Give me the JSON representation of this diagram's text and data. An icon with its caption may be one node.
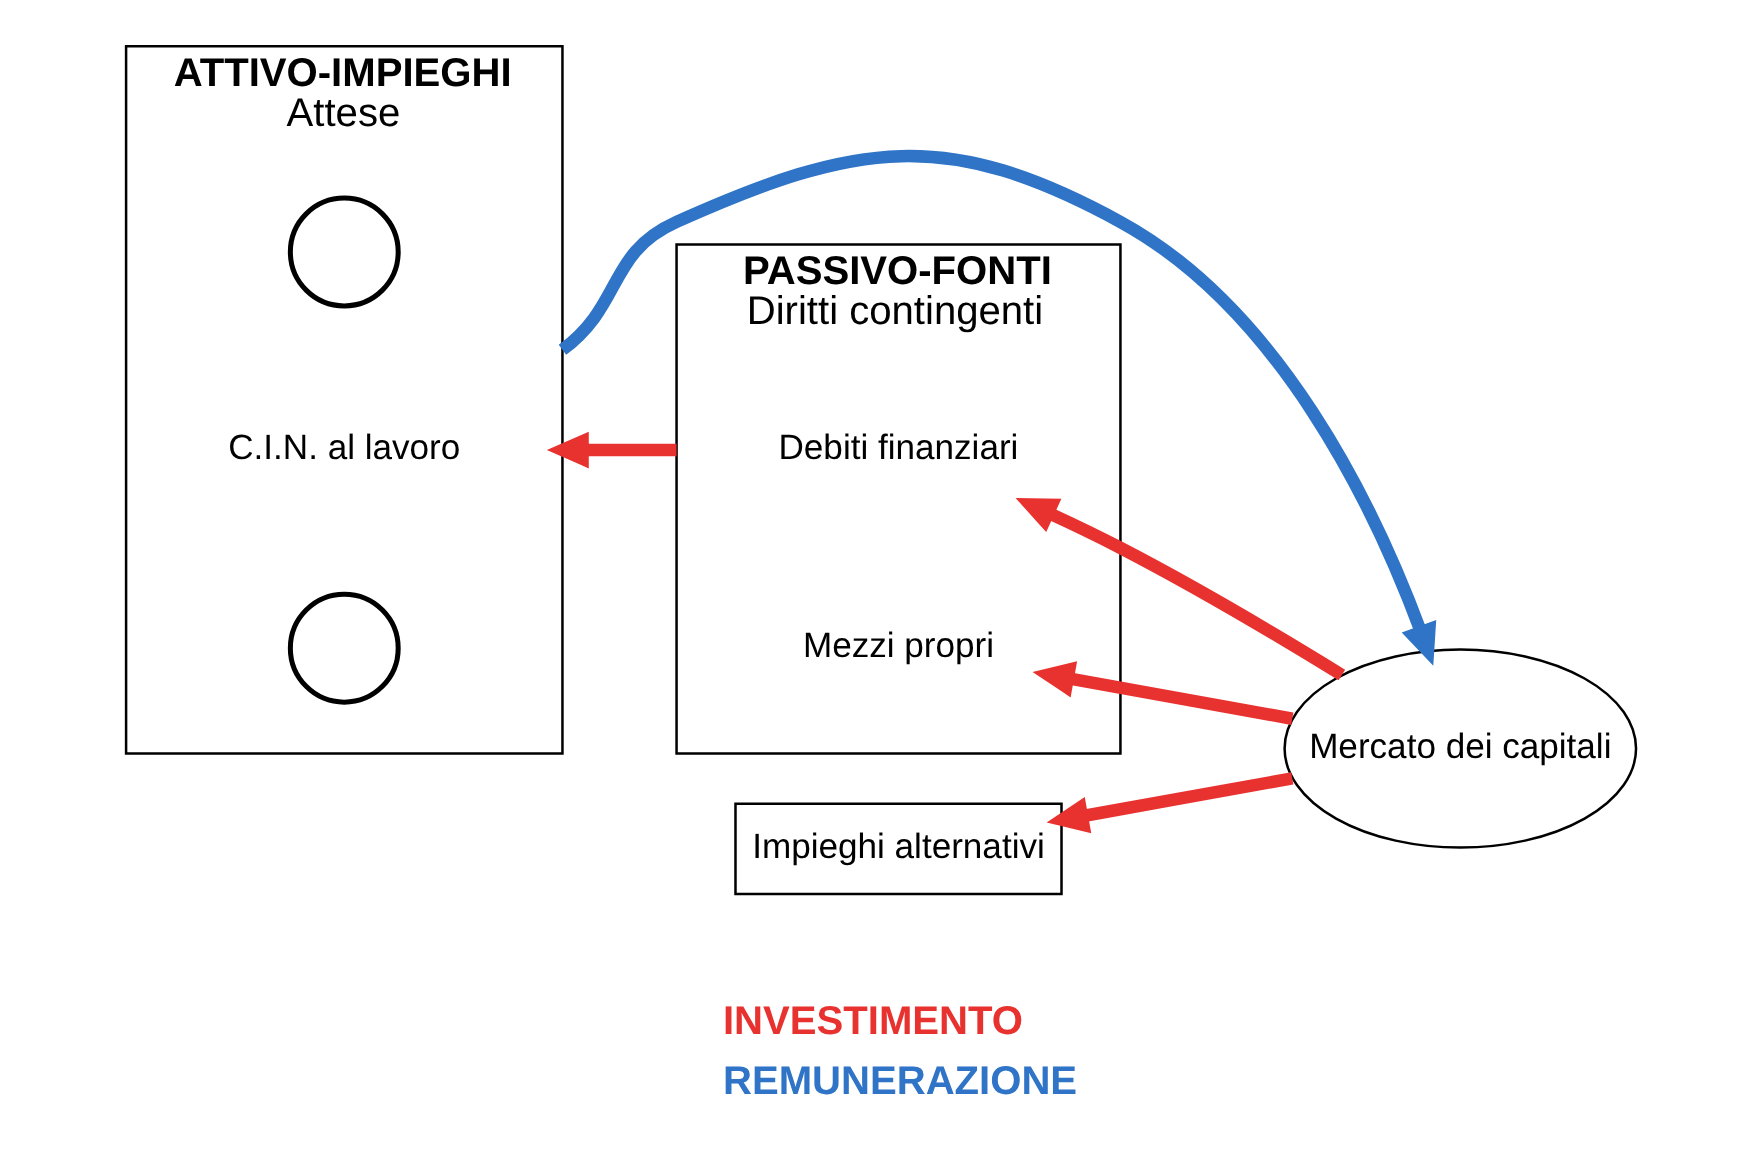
{
  "diagram": {
    "nodes": [
      {
        "text": [
          "ATTIVO-IMPIEGHI",
          "Attese"
        ]
      },
      {
        "text": [],
        "shape": "arrow",
        "in": 0
      },
      {
        "text": [
          "C.I.N. al lavoro"
        ],
        "in": 0
      },
      {
        "text": [],
        "shape": "arrow",
        "in": 0
      },
      {
        "text": [
          "PASSIVO-FONTI",
          "Diritti contingenti"
        ]
      },
      {
        "text": [
          "Debiti finanziari"
        ],
        "in": 4
      },
      {
        "text": [
          "Mezzi propri"
        ],
        "in": 4
      },
      {
        "text": [
          "Mercato dei capitali"
        ]
      },
      {
        "text": [
          "Impieghi alternativi"
        ]
      }
    ],
    "edges": [
      {
        "from": 7,
        "to": 5,
        "arrow": "to"
      },
      {
        "from": 7,
        "to": 6,
        "arrow": "to"
      },
      {
        "from": 4,
        "to": 0,
        "arrow": "to"
      },
      {
        "from": 7,
        "to": 8,
        "arrow": "to"
      },
      {
        "from": 0,
        "to": 7,
        "arrow": "to",
        "color": "#2f74c6"
      }
    ],
    "legend": [
      {
        "text": "INVESTIMENTO",
        "color": "#e8322f"
      },
      {
        "text": "REMUNERAZIONE",
        "color": "#2f74c6"
      }
    ]
  }
}
